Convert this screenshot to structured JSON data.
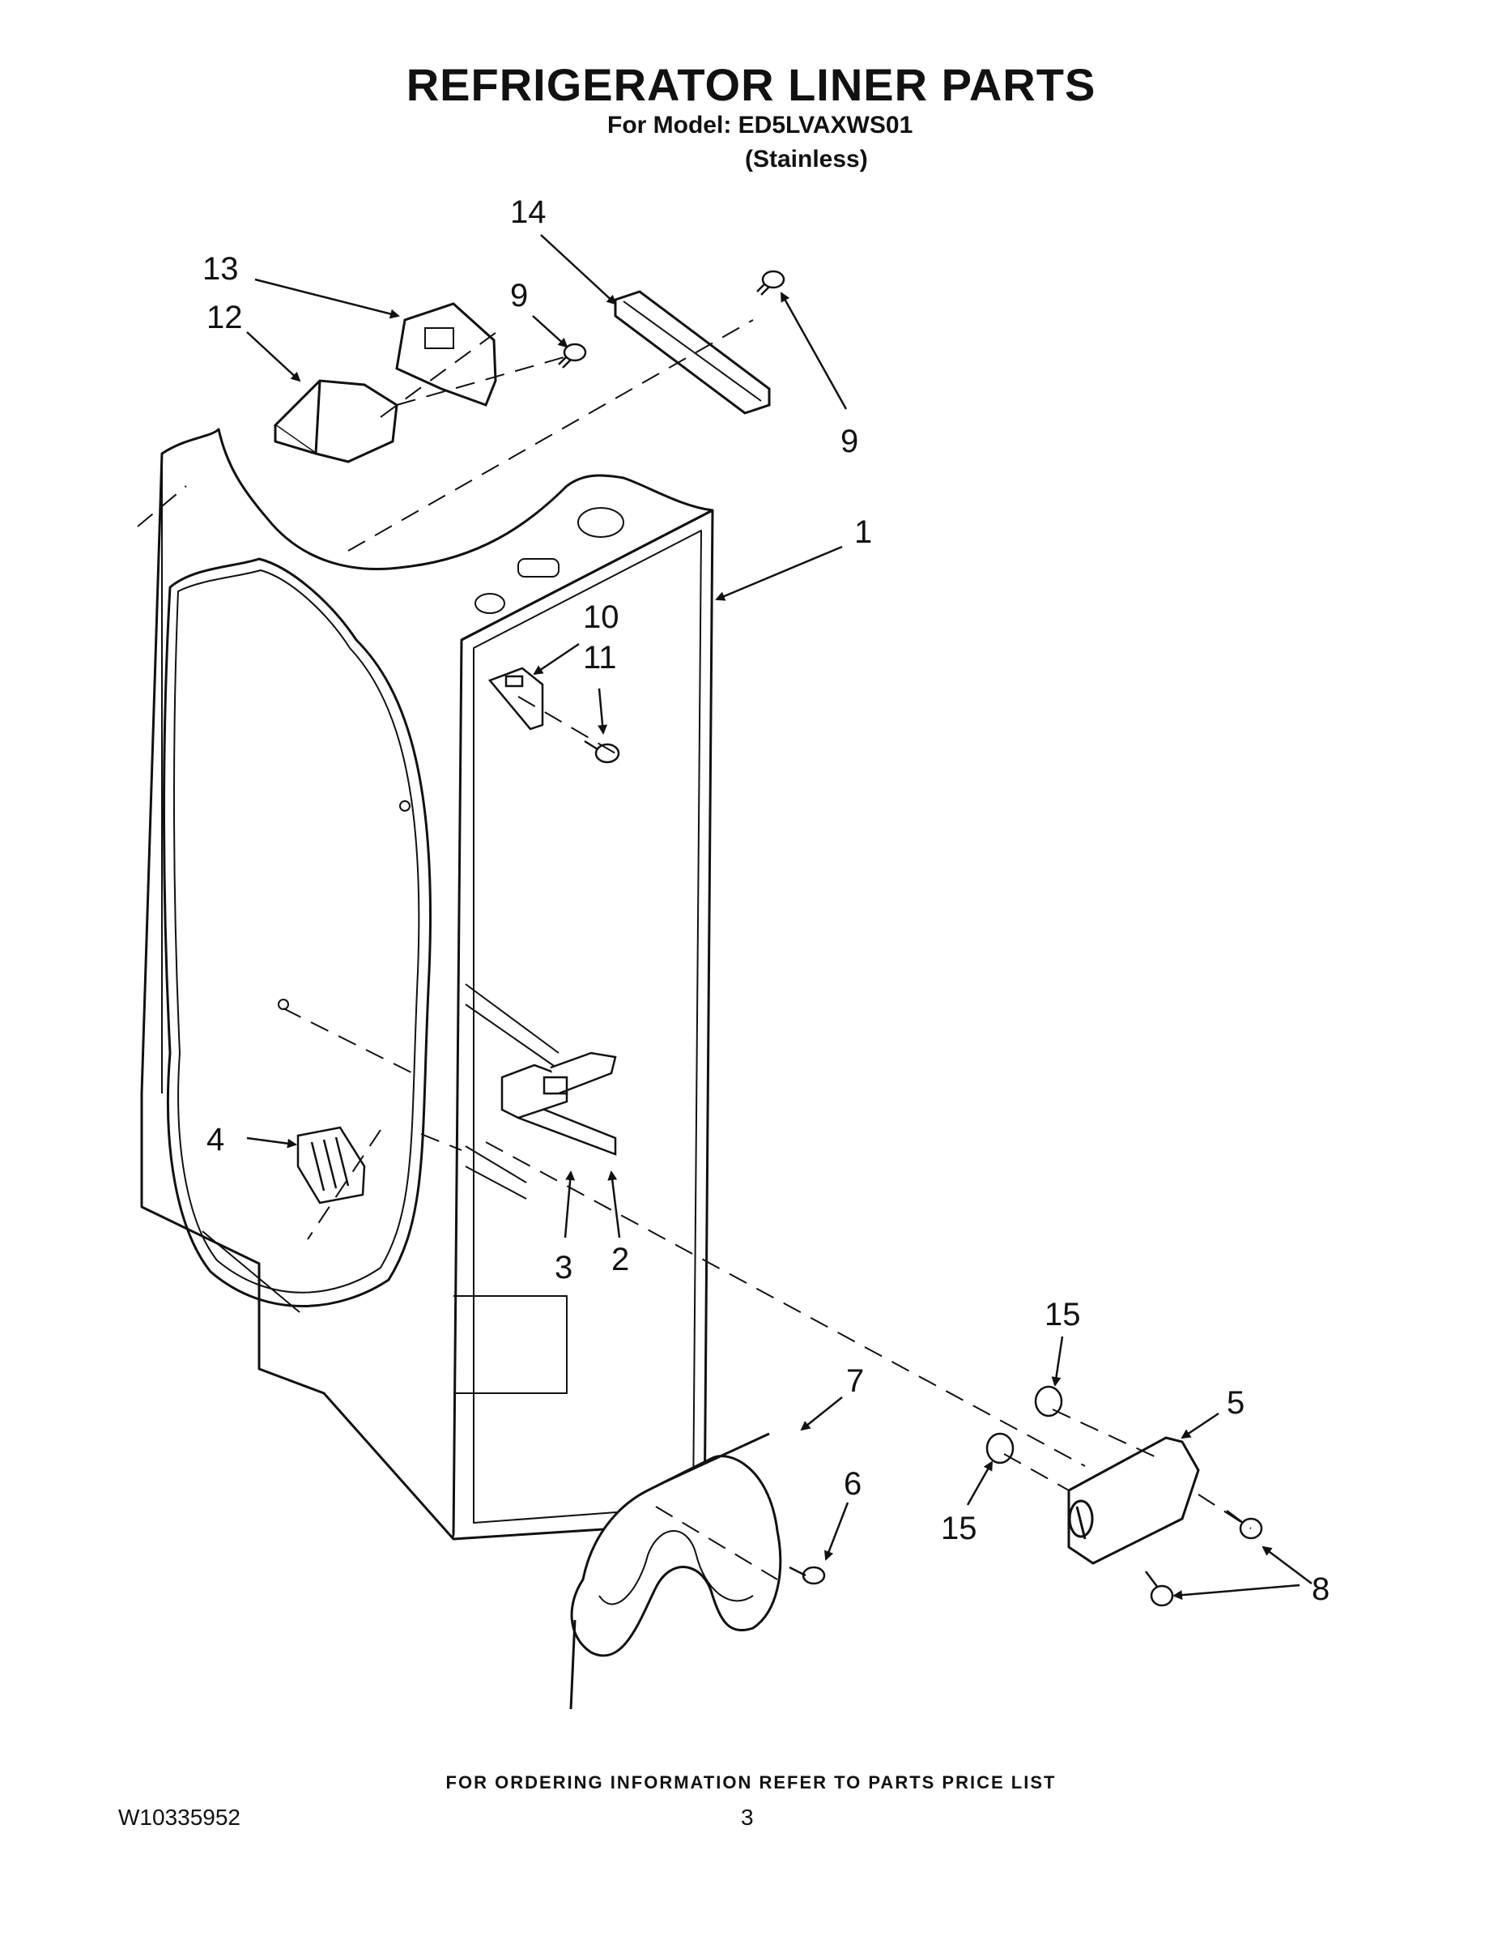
{
  "header": {
    "title": "REFRIGERATOR LINER PARTS",
    "model_line": "For Model: ED5LVAXWS01",
    "variant_line": "(Stainless)"
  },
  "callouts": [
    "14",
    "13",
    "9",
    "12",
    "9",
    "1",
    "10",
    "11",
    "4",
    "3",
    "2",
    "15",
    "5",
    "7",
    "6",
    "15",
    "8"
  ],
  "footer": {
    "note": "FOR ORDERING INFORMATION REFER TO PARTS PRICE LIST",
    "doc_number": "W10335952",
    "page_number": "3"
  }
}
